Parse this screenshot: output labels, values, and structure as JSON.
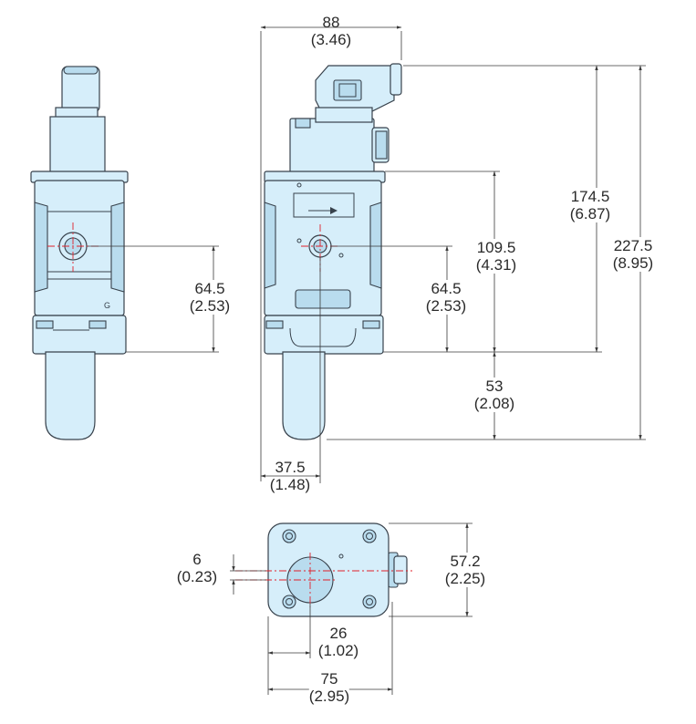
{
  "dimensions": {
    "top_width": {
      "mm": "88",
      "in": "(3.46)"
    },
    "left_height": {
      "mm": "64.5",
      "in": "(2.53)"
    },
    "front_port_height": {
      "mm": "64.5",
      "in": "(2.53)"
    },
    "body_height": {
      "mm": "109.5",
      "in": "(4.31)"
    },
    "connector_height": {
      "mm": "174.5",
      "in": "(6.87)"
    },
    "overall_height": {
      "mm": "227.5",
      "in": "(8.95)"
    },
    "bowl_depth": {
      "mm": "53",
      "in": "(2.08)"
    },
    "bowl_offset": {
      "mm": "37.5",
      "in": "(1.48)"
    },
    "port_offset": {
      "mm": "6",
      "in": "(0.23)"
    },
    "body_depth": {
      "mm": "57.2",
      "in": "(2.25)"
    },
    "port_center": {
      "mm": "26",
      "in": "(1.02)"
    },
    "base_width": {
      "mm": "75",
      "in": "(2.95)"
    }
  },
  "markings": {
    "side_letter": "G"
  },
  "colors": {
    "part_fill": "#d6eefa",
    "outline": "#38424c",
    "centerline": "#e0202a",
    "dimension": "#3a3a3a"
  }
}
